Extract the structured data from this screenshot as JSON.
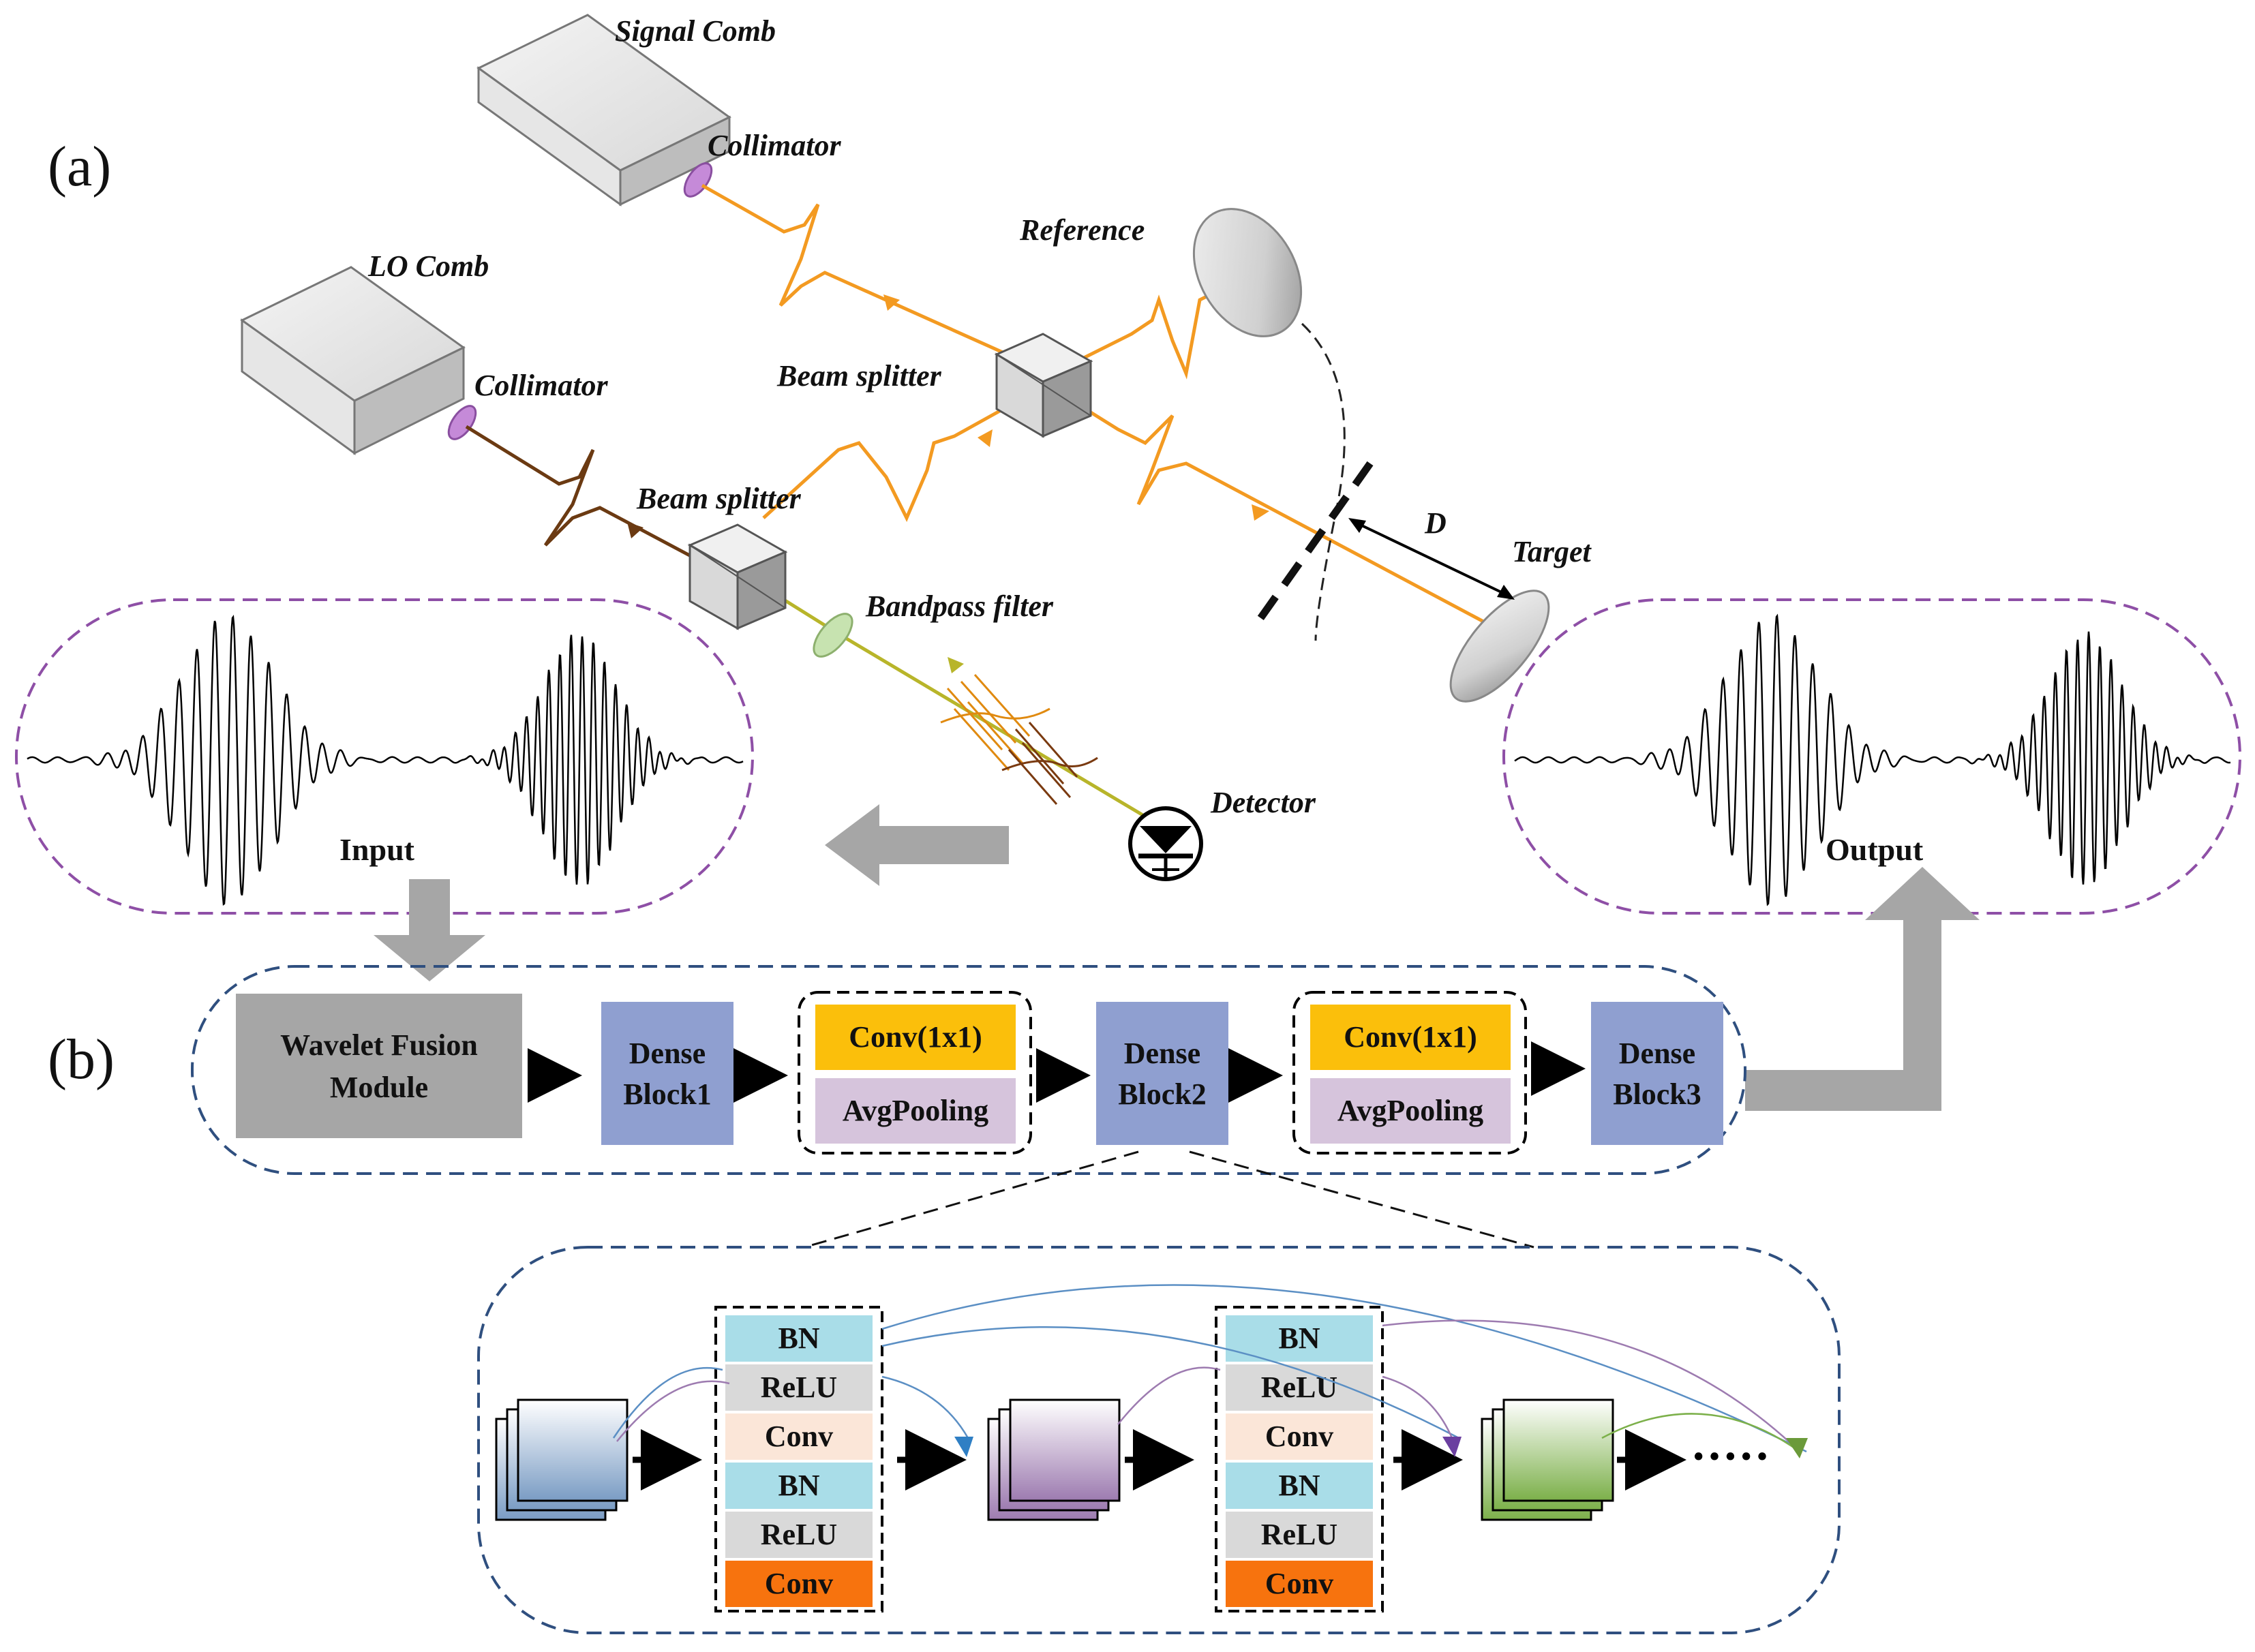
{
  "panels": {
    "a": "(a)",
    "b": "(b)"
  },
  "optics": {
    "signal_comb": "Signal  Comb",
    "lo_comb": "LO Comb",
    "collimator_top": "Collimator",
    "collimator_bottom": "Collimator",
    "reference": "Reference",
    "beam_splitter_top": "Beam splitter",
    "beam_splitter_bottom": "Beam splitter",
    "bandpass_filter": "Bandpass filter",
    "detector": "Detector",
    "target": "Target",
    "distance": "D"
  },
  "signals": {
    "input": "Input",
    "output": "Output"
  },
  "network": {
    "wavelet_line1": "Wavelet Fusion",
    "wavelet_line2": "Module",
    "dense1_line1": "Dense",
    "dense1_line2": "Block1",
    "dense2_line1": "Dense",
    "dense2_line2": "Block2",
    "dense3_line1": "Dense",
    "dense3_line2": "Block3",
    "conv1x1_a": "Conv(1x1)",
    "avgpool_a": "AvgPooling",
    "conv1x1_b": "Conv(1x1)",
    "avgpool_b": "AvgPooling"
  },
  "dense_detail": {
    "layers_left": [
      "BN",
      "ReLU",
      "Conv",
      "BN",
      "ReLU",
      "Conv"
    ],
    "layers_right": [
      "BN",
      "ReLU",
      "Conv",
      "BN",
      "ReLU",
      "Conv"
    ],
    "ellipsis": "·····"
  },
  "colors": {
    "orange_beam": "#f39a21",
    "lo_beam": "#6b3a12",
    "filtered_beam": "#b8b52a",
    "dashed_purple": "#8e4fa6",
    "dashed_navy": "#2f4f7f",
    "dense_block": "#8f9fd0",
    "wavelet_block": "#a6a6a6",
    "conv1x1": "#fbbf0b",
    "avgpool": "#d6c4dc",
    "bn": "#a9dde8",
    "relu": "#d9d9d9",
    "conv_light": "#fbe6d8",
    "conv_dark": "#f7730e"
  }
}
